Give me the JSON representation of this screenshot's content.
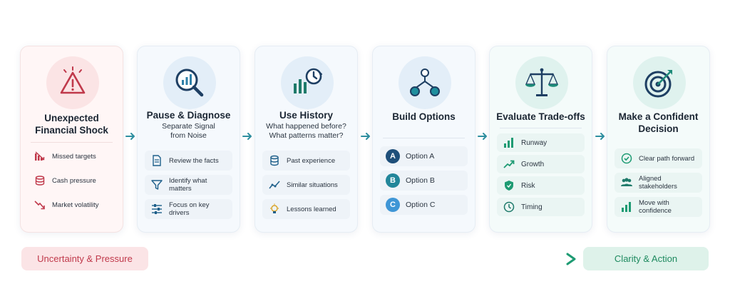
{
  "steps": [
    {
      "title_lines": [
        "Unexpected",
        "Financial Shock"
      ],
      "icon": "warning-icon",
      "items": [
        {
          "icon": "declining-chart-icon",
          "label": "Missed targets"
        },
        {
          "icon": "coins-icon",
          "label": "Cash pressure"
        },
        {
          "icon": "downtrend-arrow-icon",
          "label": "Market volatility"
        }
      ]
    },
    {
      "title": "Pause & Diagnose",
      "subtitle_lines": [
        "Separate Signal",
        "from Noise"
      ],
      "icon": "magnifier-chart-icon",
      "items": [
        {
          "icon": "document-icon",
          "label": "Review the facts"
        },
        {
          "icon": "filter-icon",
          "label_lines": [
            "Identify what",
            "matters"
          ]
        },
        {
          "icon": "sliders-icon",
          "label": "Focus on key drivers"
        }
      ]
    },
    {
      "title": "Use History",
      "subtitle_lines": [
        "What happened before?",
        "What patterns matter?"
      ],
      "icon": "history-chart-icon",
      "items": [
        {
          "icon": "database-icon",
          "label": "Past experience"
        },
        {
          "icon": "trend-line-icon",
          "label": "Similar situations"
        },
        {
          "icon": "lightbulb-icon",
          "label": "Lessons learned"
        }
      ]
    },
    {
      "title": "Build Options",
      "icon": "branching-nodes-icon",
      "options": [
        {
          "badge": "A",
          "label": "Option A",
          "color": "#1e4f7a"
        },
        {
          "badge": "B",
          "label": "Option B",
          "color": "#22869a"
        },
        {
          "badge": "C",
          "label": "Option C",
          "color": "#3f96d6"
        }
      ]
    },
    {
      "title": "Evaluate Trade-offs",
      "icon": "balance-scale-icon",
      "items": [
        {
          "icon": "bar-chart-icon",
          "label": "Runway"
        },
        {
          "icon": "growth-arrow-icon",
          "label": "Growth"
        },
        {
          "icon": "shield-icon",
          "label": "Risk"
        },
        {
          "icon": "clock-icon",
          "label": "Timing"
        }
      ]
    },
    {
      "title_lines": [
        "Make a Confident",
        "Decision"
      ],
      "icon": "target-icon",
      "items": [
        {
          "icon": "check-circle-icon",
          "label": "Clear path forward"
        },
        {
          "icon": "people-icon",
          "label": "Aligned stakeholders"
        },
        {
          "icon": "bar-chart-icon",
          "label": "Move with confidence"
        }
      ]
    }
  ],
  "bottom": {
    "left_label": "Uncertainty & Pressure",
    "right_label": "Clarity & Action"
  },
  "colors": {
    "red": "#c0394b",
    "navy": "#1e3f63",
    "teal": "#1d8a78",
    "green": "#1e9b73",
    "arrow": "#2e8fa0"
  }
}
